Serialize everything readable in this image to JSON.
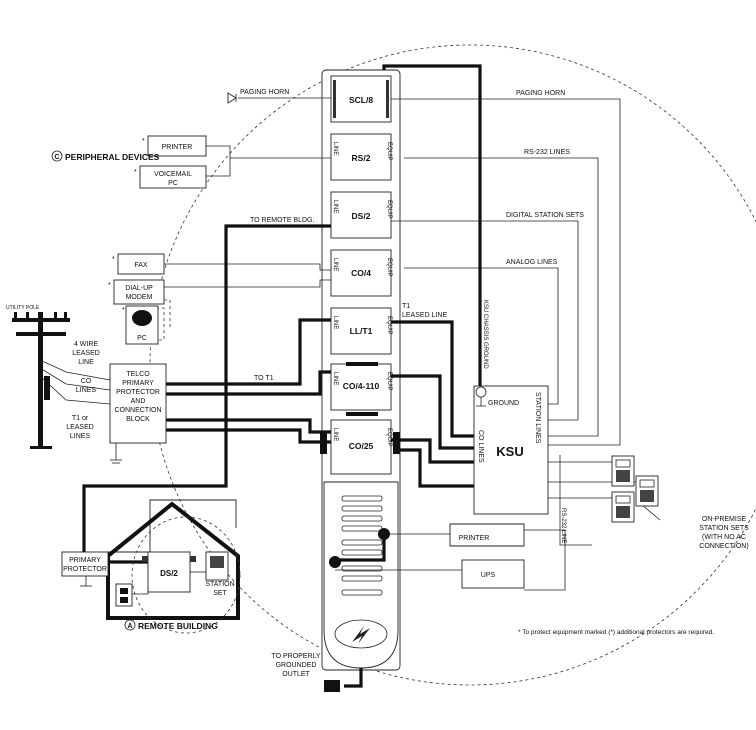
{
  "diagram": {
    "peripheral_title": "PERIPHERAL DEVICES",
    "peripheral_mark": "C",
    "remote_title": "REMOTE BUILDING",
    "remote_mark": "A",
    "modules": [
      "SCL/8",
      "RS/2",
      "DS/2",
      "CO/4",
      "LL/T1",
      "CO/4-110",
      "CO/25"
    ],
    "port_line": "LINE",
    "port_equip": "EQUIP",
    "left_devices": {
      "printer": "PRINTER",
      "voicemail_1": "VOICEMAIL",
      "voicemail_2": "PC",
      "fax": "FAX",
      "dialup_1": "DIAL-UP",
      "dialup_2": "MODEM",
      "pc": "PC",
      "star": "*",
      "paging_horn": "PAGING HORN",
      "to_remote": "TO REMOTE BLDG.",
      "to_t1": "TO T1"
    },
    "telco": {
      "utility_pole": "UTILITY POLE",
      "four_wire_1": "4 WIRE",
      "four_wire_2": "LEASED",
      "four_wire_3": "LINE",
      "co_1": "CO",
      "co_2": "LINES",
      "t1_1": "T1 or",
      "t1_2": "LEASED",
      "t1_3": "LINES",
      "block_1": "TELCO",
      "block_2": "PRIMARY",
      "block_3": "PROTECTOR",
      "block_4": "AND",
      "block_5": "CONNECTION",
      "block_6": "BLOCK"
    },
    "right_labels": {
      "paging_horn": "PAGING HORN",
      "rs232": "RS-232 LINES",
      "digital_sets": "DIGITAL STATION SETS",
      "analog": "ANALOG LINES",
      "t1_1": "T1",
      "t1_2": "LEASED LINE",
      "chassis_ground": "KSU CHASSIS GROUND",
      "rs232_line": "RS-232 LINE"
    },
    "ksu": {
      "label": "KSU",
      "ground": "GROUND",
      "co_lines": "CO LINES",
      "station_lines": "STATION LINES"
    },
    "lower": {
      "printer": "PRINTER",
      "ups": "UPS",
      "outlet_1": "TO PROPERLY",
      "outlet_2": "GROUNDED",
      "outlet_3": "OUTLET",
      "primary_1": "PRIMARY",
      "primary_2": "PROTECTOR",
      "remote_ds2": "DS/2",
      "station_1": "STATION",
      "station_2": "SET"
    },
    "on_premise": {
      "line1": "ON-PREMISE",
      "line2": "STATION SETS",
      "line3": "(WITH NO AC",
      "line4": "CONNECTION)"
    },
    "footnote": "* To protect equipment marked (*) additional protectors are required."
  }
}
